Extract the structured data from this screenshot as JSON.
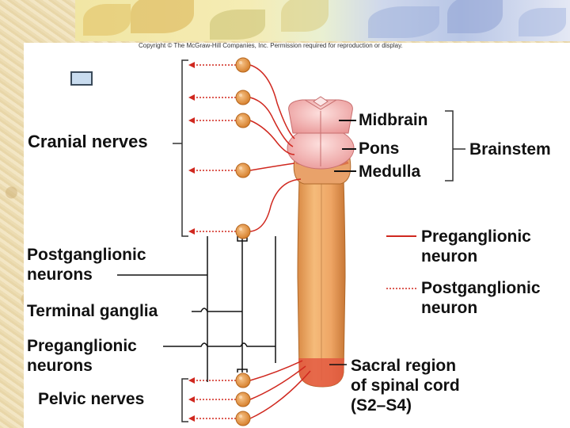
{
  "copyright": "Copyright © The McGraw-Hill Companies, Inc. Permission required for reproduction or display.",
  "labels": {
    "cranial_nerves": "Cranial nerves",
    "postganglionic_neurons": [
      "Postganglionic",
      "neurons"
    ],
    "terminal_ganglia": "Terminal ganglia",
    "preganglionic_neurons": [
      "Preganglionic",
      "neurons"
    ],
    "pelvic_nerves": "Pelvic nerves",
    "midbrain": "Midbrain",
    "pons": "Pons",
    "medulla": "Medulla",
    "brainstem": "Brainstem",
    "sacral_region": [
      "Sacral region",
      "of spinal cord",
      "(S2–S4)"
    ]
  },
  "legend": {
    "preganglionic": [
      "Preganglionic",
      "neuron"
    ],
    "postganglionic": [
      "Postganglionic",
      "neuron"
    ]
  },
  "colors": {
    "preganglionic": "#d0281f",
    "postganglionic": "#d0281f",
    "spinal_cord": "#e8a060",
    "brainstem": "#f2b3b3",
    "ganglion": "#e89a45"
  }
}
